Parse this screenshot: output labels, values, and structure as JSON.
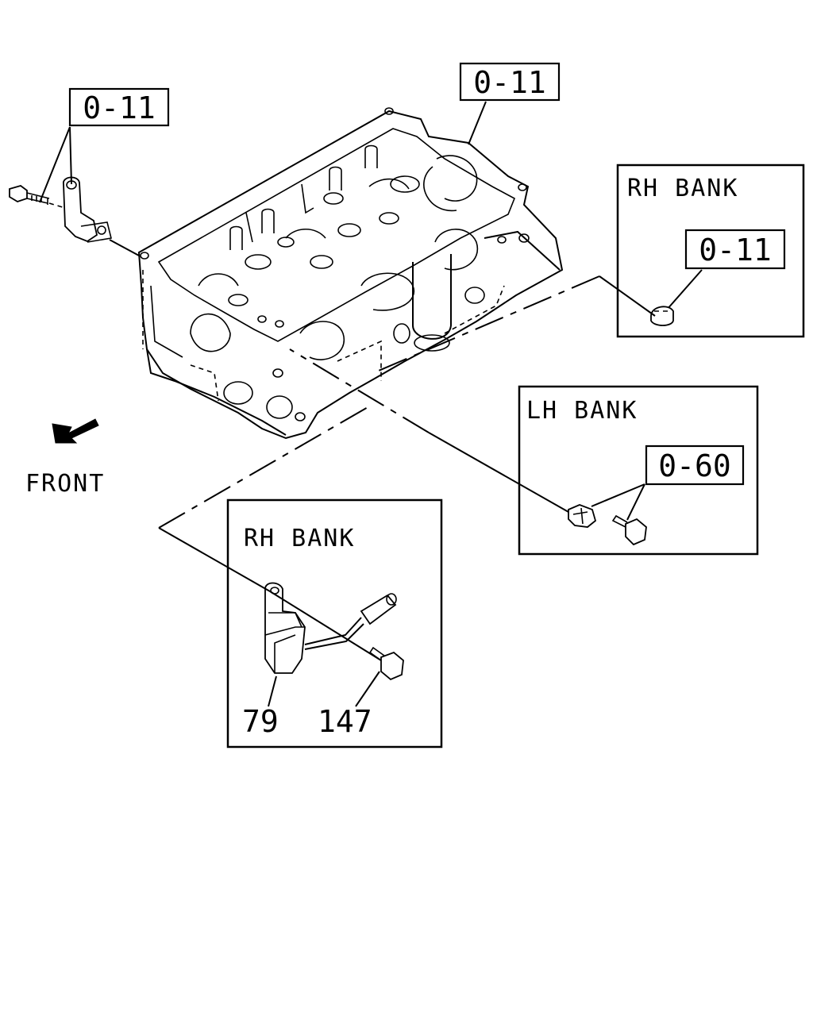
{
  "references": {
    "sensor_top_left": "0-11",
    "head_top": "0-11",
    "rh_bank_plug": "0-11",
    "lh_bank_bolt": "0-60"
  },
  "insets": {
    "rh_bank_top": {
      "title": "RH BANK"
    },
    "lh_bank": {
      "title": "LH BANK"
    },
    "rh_bank_bottom": {
      "title": "RH BANK",
      "part_numbers": [
        "79",
        "147"
      ]
    }
  },
  "front_label": "FRONT",
  "icons": {
    "front_arrow": "arrow-down-left-icon"
  }
}
